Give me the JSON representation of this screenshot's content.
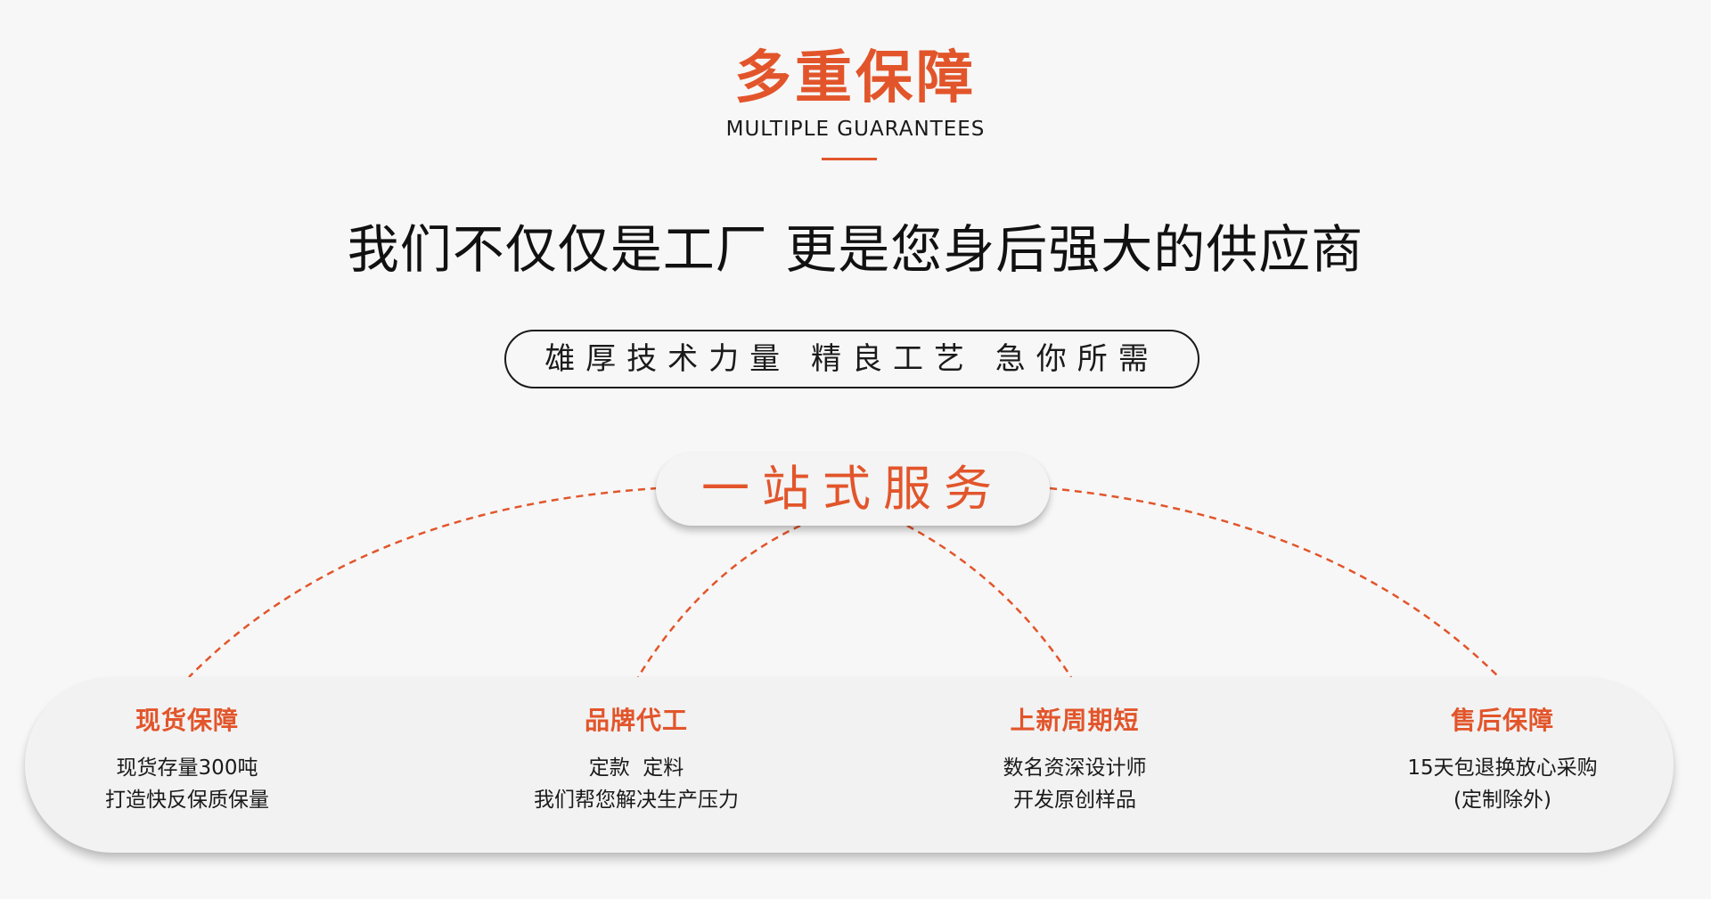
{
  "colors": {
    "accent": "#e2552b",
    "text_dark": "#111111",
    "background": "#f7f7f7",
    "card": "#f2f2f2"
  },
  "header": {
    "title_cn": "多重保障",
    "title_en": "MULTIPLE GUARANTEES"
  },
  "headline": "我们不仅仅是工厂 更是您身后强大的供应商",
  "tagline": "雄厚技术力量 精良工艺 急你所需",
  "service_label": "一站式服务",
  "features": [
    {
      "title": "现货保障",
      "lines": [
        "现货存量300吨",
        "打造快反保质保量"
      ]
    },
    {
      "title": "品牌代工",
      "lines": [
        "定款  定料",
        "我们帮您解决生产压力"
      ]
    },
    {
      "title": "上新周期短",
      "lines": [
        "数名资深设计师",
        "开发原创样品"
      ]
    },
    {
      "title": "售后保障",
      "lines": [
        "15天包退换放心采购",
        "(定制除外)"
      ]
    }
  ]
}
